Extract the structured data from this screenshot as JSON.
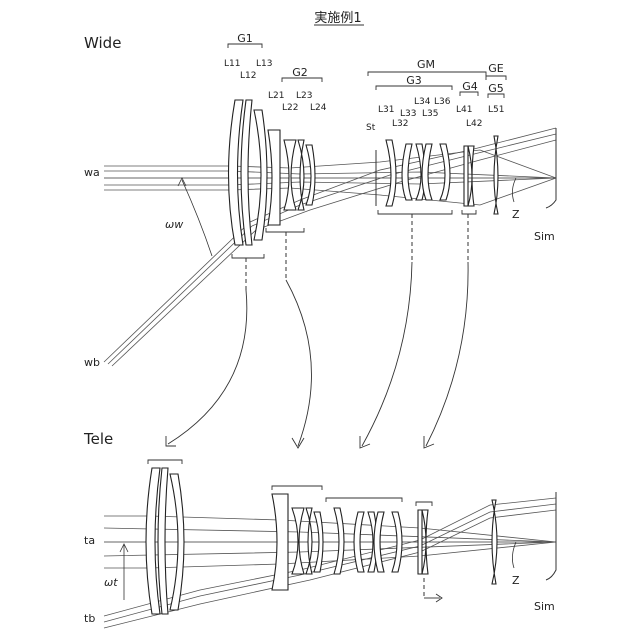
{
  "title": "実施例1",
  "wide": {
    "label": "Wide",
    "ray_labels": {
      "upper": "wa",
      "lower": "wb",
      "angle": "ωw"
    },
    "groups": {
      "g1": "G1",
      "g2": "G2",
      "gm": "GM",
      "g3": "G3",
      "ge": "GE",
      "g4": "G4",
      "g5": "G5"
    },
    "lenses": {
      "l11": "L11",
      "l12": "L12",
      "l13": "L13",
      "l21": "L21",
      "l22": "L22",
      "l23": "L23",
      "l24": "L24",
      "st": "St",
      "l31": "L31",
      "l32": "L32",
      "l33": "L33",
      "l34": "L34",
      "l35": "L35",
      "l36": "L36",
      "l41": "L41",
      "l42": "L42",
      "l51": "L51"
    },
    "axis_label": "Z",
    "image_plane": "Sim"
  },
  "tele": {
    "label": "Tele",
    "ray_labels": {
      "upper": "ta",
      "lower": "tb",
      "angle": "ωt"
    },
    "axis_label": "Z",
    "image_plane": "Sim"
  }
}
